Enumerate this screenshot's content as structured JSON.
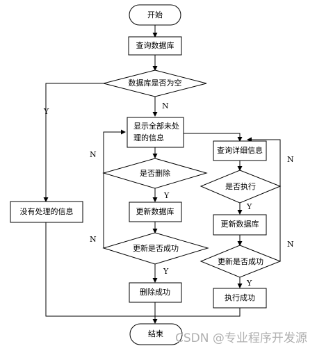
{
  "nodes": {
    "start": "开始",
    "query_db": "查询数据库",
    "db_empty": "数据库是否为空",
    "no_info": "没有处理的信息",
    "show_unprocessed_1": "显示全部未处",
    "show_unprocessed_2": "理的信息",
    "delete_q": "是否删除",
    "update_db_left": "更新数据库",
    "update_ok_left": "更新是否成功",
    "delete_ok": "删除成功",
    "query_detail": "查询详细信息",
    "execute_q": "是否执行",
    "update_db_right": "更新数据库",
    "update_ok_right": "更新是否成功",
    "execute_ok": "执行成功",
    "end": "结束"
  },
  "edges": {
    "y_empty": "Y",
    "n_empty": "N",
    "y_delete": "Y",
    "n_delete": "N",
    "y_update_left": "Y",
    "n_update_left": "N",
    "y_execute": "Y",
    "n_execute": "N",
    "y_update_right": "Y",
    "n_update_right": "N"
  },
  "watermark": "CSDN @专业程序开发源"
}
